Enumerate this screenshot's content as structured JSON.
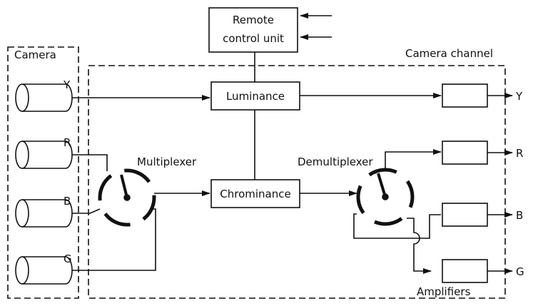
{
  "remote": {
    "line1": "Remote",
    "line2": "control unit"
  },
  "regions": {
    "camera": "Camera",
    "camera_channel": "Camera channel"
  },
  "processing": {
    "luminance": "Luminance",
    "chrominance": "Chrominance"
  },
  "switches": {
    "multiplexer": "Multiplexer",
    "demultiplexer": "Demultiplexer"
  },
  "camera_tubes": [
    {
      "id": "y",
      "label": "Y"
    },
    {
      "id": "r",
      "label": "R"
    },
    {
      "id": "b",
      "label": "B"
    },
    {
      "id": "g",
      "label": "G"
    }
  ],
  "outputs": [
    {
      "id": "y",
      "label": "Y"
    },
    {
      "id": "r",
      "label": "R"
    },
    {
      "id": "b",
      "label": "B"
    },
    {
      "id": "g",
      "label": "G"
    }
  ],
  "amplifiers": "Amplifiers"
}
